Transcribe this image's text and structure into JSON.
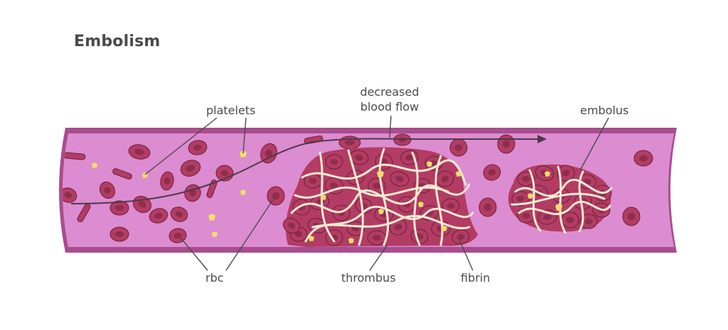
{
  "title": "Embolism",
  "labels": {
    "platelets": "platelets",
    "decreased_blood_flow": [
      "decreased",
      "blood flow"
    ],
    "embolus": "embolus",
    "rbc": "rbc",
    "thrombus": "thrombus",
    "fibrin": "fibrin"
  },
  "colors": {
    "vessel_wall": "#a84d8e",
    "vessel_lumen": "#dc8cd0",
    "rbc_fill": "#b23c63",
    "rbc_center": "#8e2d4c",
    "rbc_outline": "#6e1f3a",
    "platelet": "#f2df66",
    "fibrin": "#f6ead2",
    "flow_arrow": "#4d3a4a",
    "text": "#4a4a4a"
  }
}
